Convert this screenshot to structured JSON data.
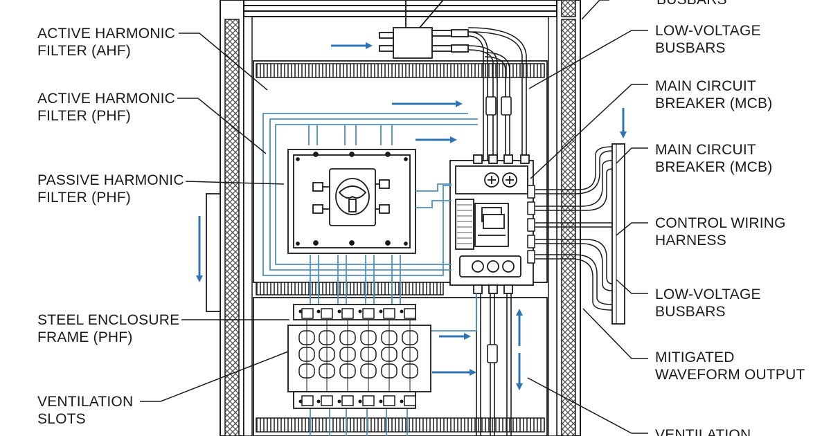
{
  "colors": {
    "ink": "#1a1a1a",
    "flow": "#2e74b5",
    "wire": "#4a90c8",
    "hatch": "#555555",
    "background": "#ffffff"
  },
  "labels": {
    "top_right": {
      "line1": "BUSBARS"
    },
    "ahf": {
      "line1": "ACTIVE HARMONIC",
      "line2": "FILTER (AHF)"
    },
    "lv_busbars_1": {
      "line1": "LOW-VOLTAGE",
      "line2": "BUSBARS"
    },
    "phf_active": {
      "line1": "ACTIVE HARMONIC",
      "line2": "FILTER (PHF)"
    },
    "mcb_1": {
      "line1": "MAIN CIRCUIT",
      "line2": "BREAKER (MCB)"
    },
    "mcb_2": {
      "line1": "MAIN CIRCUIT",
      "line2": "BREAKER (MCB)"
    },
    "passive_phf": {
      "line1": "PASSIVE HARMONIC",
      "line2": "FILTER (PHF)"
    },
    "control_wiring": {
      "line1": "CONTROL WIRING",
      "line2": "HARNESS"
    },
    "lv_busbars_2": {
      "line1": "LOW-VOLTAGE",
      "line2": "BUSBARS"
    },
    "steel_frame": {
      "line1": "STEEL ENCLOSURE",
      "line2": "FRAME (PHF)"
    },
    "mitigated": {
      "line1": "MITIGATED",
      "line2": "WAVEFORM OUTPUT"
    },
    "ventilation_1": {
      "line1": "VENTILATION",
      "line2": "SLOTS"
    },
    "ventilation_2": {
      "line1": "VENTILATION"
    }
  },
  "icons": {
    "flow_arrow": "arrow-icon",
    "fuse": "fuse-icon",
    "terminal": "terminal-block-icon"
  }
}
